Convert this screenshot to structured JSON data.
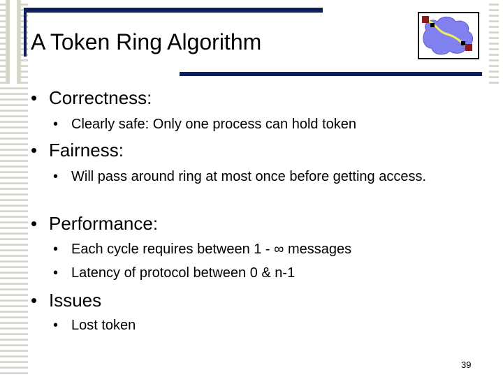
{
  "slide": {
    "title": "A Token Ring Algorithm",
    "page_number": "39",
    "bullets": [
      {
        "label": "Correctness:",
        "sub": [
          "Clearly safe: Only one process can hold token"
        ]
      },
      {
        "label": "Fairness:",
        "sub": [
          "Will pass around ring at most once before getting access."
        ]
      },
      {
        "label": "Performance:",
        "sub": [
          "Each cycle requires between 1 - ∞ messages",
          "Latency of protocol between 0 & n-1"
        ]
      },
      {
        "label": "Issues",
        "sub": [
          "Lost token"
        ]
      }
    ]
  },
  "bullet_glyph": "•",
  "colors": {
    "accent_bar": "#0e1f5b",
    "ladder": "#d8d8c8",
    "logo_cloud": "#8080f0",
    "logo_line": "#f0f050",
    "logo_node": "#8b1a1a"
  },
  "icons": {
    "logo": "network-cloud-icon"
  }
}
